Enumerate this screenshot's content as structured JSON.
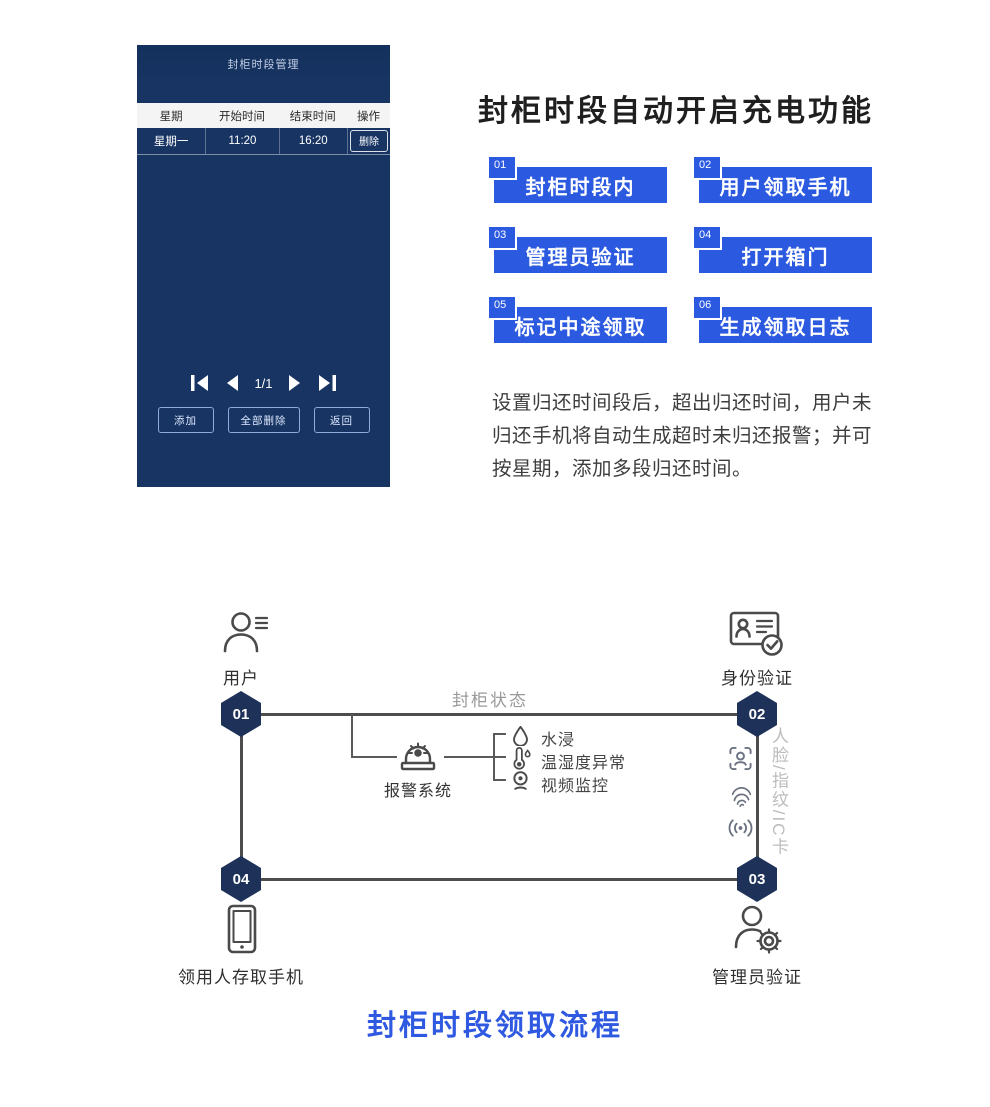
{
  "colors": {
    "accent_blue": "#2b59e0",
    "navy": "#1e3158",
    "app_bg": "#173462",
    "line_gray": "#4d4d4d"
  },
  "app_screenshot": {
    "title": "封柜时段管理",
    "table": {
      "headers": [
        "星期",
        "开始时间",
        "结束时间",
        "操作"
      ],
      "rows": [
        {
          "week": "星期一",
          "start": "11:20",
          "end": "16:20",
          "action": "删除"
        }
      ]
    },
    "pagination": {
      "current": "1/1"
    },
    "buttons": {
      "add": "添加",
      "delete_all": "全部删除",
      "back": "返回"
    }
  },
  "right_panel": {
    "title": "封柜时段自动开启充电功能",
    "steps": [
      {
        "num": "01",
        "label": "封柜时段内"
      },
      {
        "num": "02",
        "label": "用户领取手机"
      },
      {
        "num": "03",
        "label": "管理员验证"
      },
      {
        "num": "04",
        "label": "打开箱门"
      },
      {
        "num": "05",
        "label": "标记中途领取"
      },
      {
        "num": "06",
        "label": "生成领取日志"
      }
    ],
    "description": "设置归还时间段后，超出归还时间，用户未归还手机将自动生成超时未归还报警；并可按星期，添加多段归还时间。"
  },
  "diagram": {
    "nodes": [
      {
        "num": "01",
        "label": "用户",
        "icon": "user-icon"
      },
      {
        "num": "02",
        "label": "身份验证",
        "icon": "id-verify-icon"
      },
      {
        "num": "03",
        "label": "管理员验证",
        "icon": "admin-gear-icon"
      },
      {
        "num": "04",
        "label": "领用人存取手机",
        "icon": "phone-icon"
      }
    ],
    "top_line_label": "封柜状态",
    "alarm": {
      "label": "报警系统",
      "icon": "siren-icon",
      "items": [
        {
          "icon": "water-drop-icon",
          "label": "水浸"
        },
        {
          "icon": "thermometer-icon",
          "label": "温湿度异常"
        },
        {
          "icon": "camera-icon",
          "label": "视频监控"
        }
      ]
    },
    "right_side": {
      "label": "人脸/指纹/IC卡",
      "icons": [
        "face-scan-icon",
        "fingerprint-icon",
        "ic-card-icon"
      ]
    },
    "caption": "封柜时段领取流程"
  },
  "icons": {
    "first-page-icon": "bar+left-triangle",
    "prev-page-icon": "left-triangle",
    "next-page-icon": "right-triangle",
    "last-page-icon": "right-triangle+bar"
  }
}
